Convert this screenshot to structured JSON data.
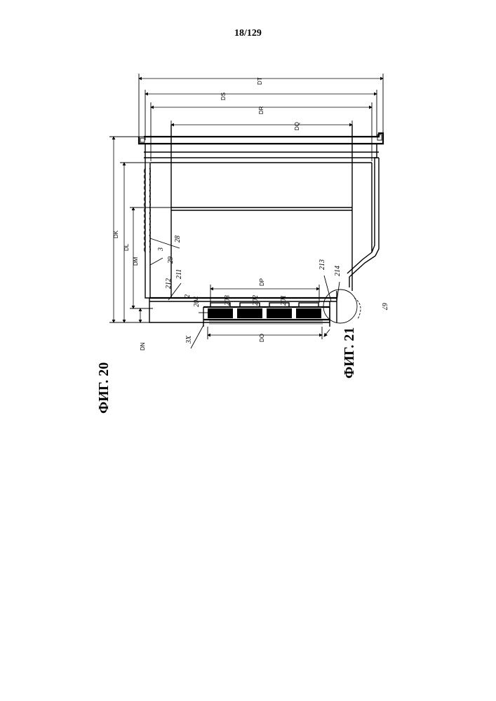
{
  "page_number": "18/129",
  "figures": {
    "fig20": "ФИГ. 20",
    "fig21": "ФИГ. 21"
  },
  "dimensions": [
    "DT",
    "DS",
    "DR",
    "DQ",
    "DK",
    "DL",
    "DM",
    "DN",
    "DP",
    "DO"
  ],
  "references": [
    "3",
    "29",
    "28",
    "212",
    "211",
    "204",
    "203",
    "202",
    "201",
    "213",
    "214",
    "67",
    "3X",
    "2"
  ]
}
